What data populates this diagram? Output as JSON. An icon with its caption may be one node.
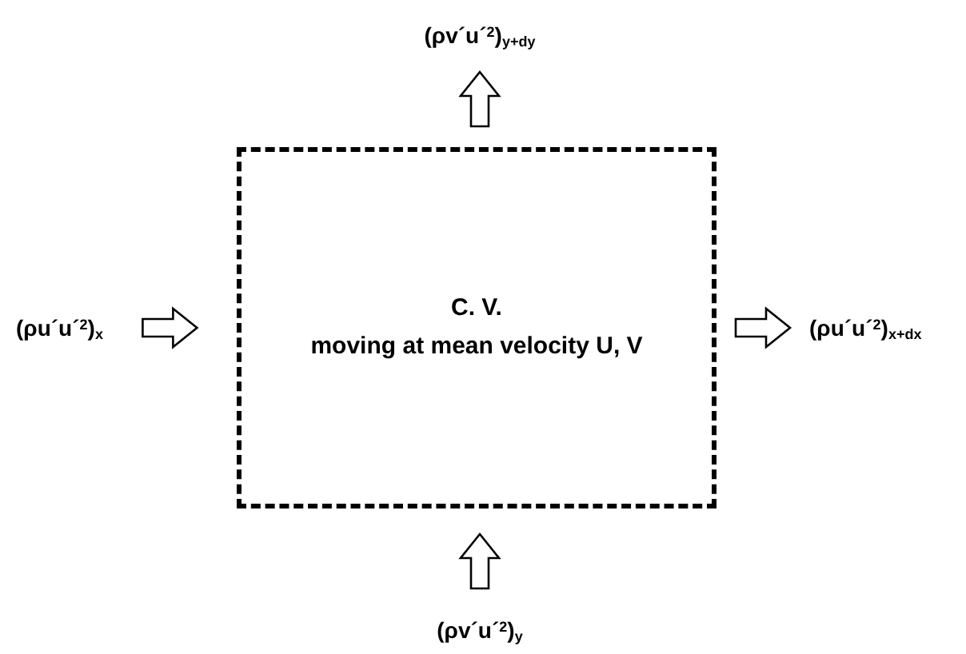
{
  "diagram": {
    "nodes": [
      {
        "text": [
          "(ρv´u´$^{2}$)$_{y+dy}$"
        ]
      },
      {
        "text": [
          "(ρu´u´$^{2}$)$_{x}$"
        ]
      },
      {
        "text": [
          "C. V.",
          "moving at mean velocity U, V"
        ]
      },
      {
        "text": [
          "(ρu´u´$^{2}$)$_{x+dx}$"
        ]
      },
      {
        "text": [
          "(ρv´u´$^{2}$)$_{y}$"
        ]
      }
    ],
    "edges": [
      {
        "from": 1,
        "to": 2,
        "arrow": "to"
      },
      {
        "from": 2,
        "to": 3,
        "arrow": "to"
      },
      {
        "from": 4,
        "to": 2,
        "arrow": "to"
      },
      {
        "from": 2,
        "to": 0,
        "arrow": "to"
      }
    ]
  }
}
